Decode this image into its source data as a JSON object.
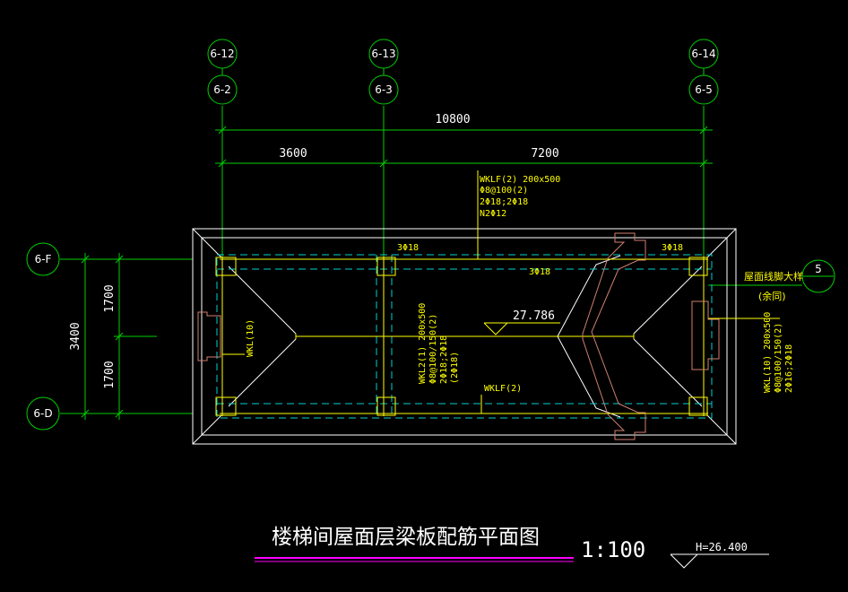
{
  "colors": {
    "background": "#000000",
    "grid_axis": "#00d000",
    "outline": "#ffffff",
    "beam_line": "#ffff00",
    "annotation": "#ffff00",
    "column_fill": "#8a8a00",
    "cyan_dash": "#00cfcf",
    "brick_hatch": "#d08070",
    "title_underline": "#ff00ff",
    "scale_text": "#ffffff"
  },
  "axes": {
    "top": [
      {
        "upper": "6-12",
        "lower": "6-2"
      },
      {
        "upper": "6-13",
        "lower": "6-3"
      },
      {
        "upper": "6-14",
        "lower": "6-5"
      }
    ],
    "left": [
      {
        "label": "6-F"
      },
      {
        "label": "6-D"
      }
    ],
    "right_ref": {
      "label": "5"
    }
  },
  "dimensions": {
    "top_total": "10800",
    "top_seg1": "3600",
    "top_seg2": "7200",
    "left_total": "3400",
    "left_seg1": "1700",
    "left_seg2": "1700"
  },
  "annotations": {
    "beam_wklf2_top": [
      "WKLF(2) 200x500",
      "Φ8@100(2)",
      "2Φ18;2Φ18",
      "N2Φ12"
    ],
    "rebar_top_left": "3Φ18",
    "rebar_top_right": "3Φ18",
    "rebar_mid": "3Φ18",
    "elevation": "27.786",
    "wkl10_left": "WKL(10)",
    "wkl2_mid": [
      "WKL2(1) 200x500",
      "Φ8@100/150(2)",
      "2Φ18;2Φ18",
      "(2Φ18)"
    ],
    "wklf2_lower": "WKLF(2)",
    "parapet_ref": "屋面线脚大样",
    "parapet_ref_sub": "(余同)",
    "wkl10_right": [
      "WKL(10) 200x500",
      "Φ8@100/150(2)",
      "2Φ16;2Φ18"
    ]
  },
  "title": {
    "text": "楼梯间屋面层梁板配筋平面图",
    "scale": "1:100",
    "height_label": "H=26.400"
  }
}
